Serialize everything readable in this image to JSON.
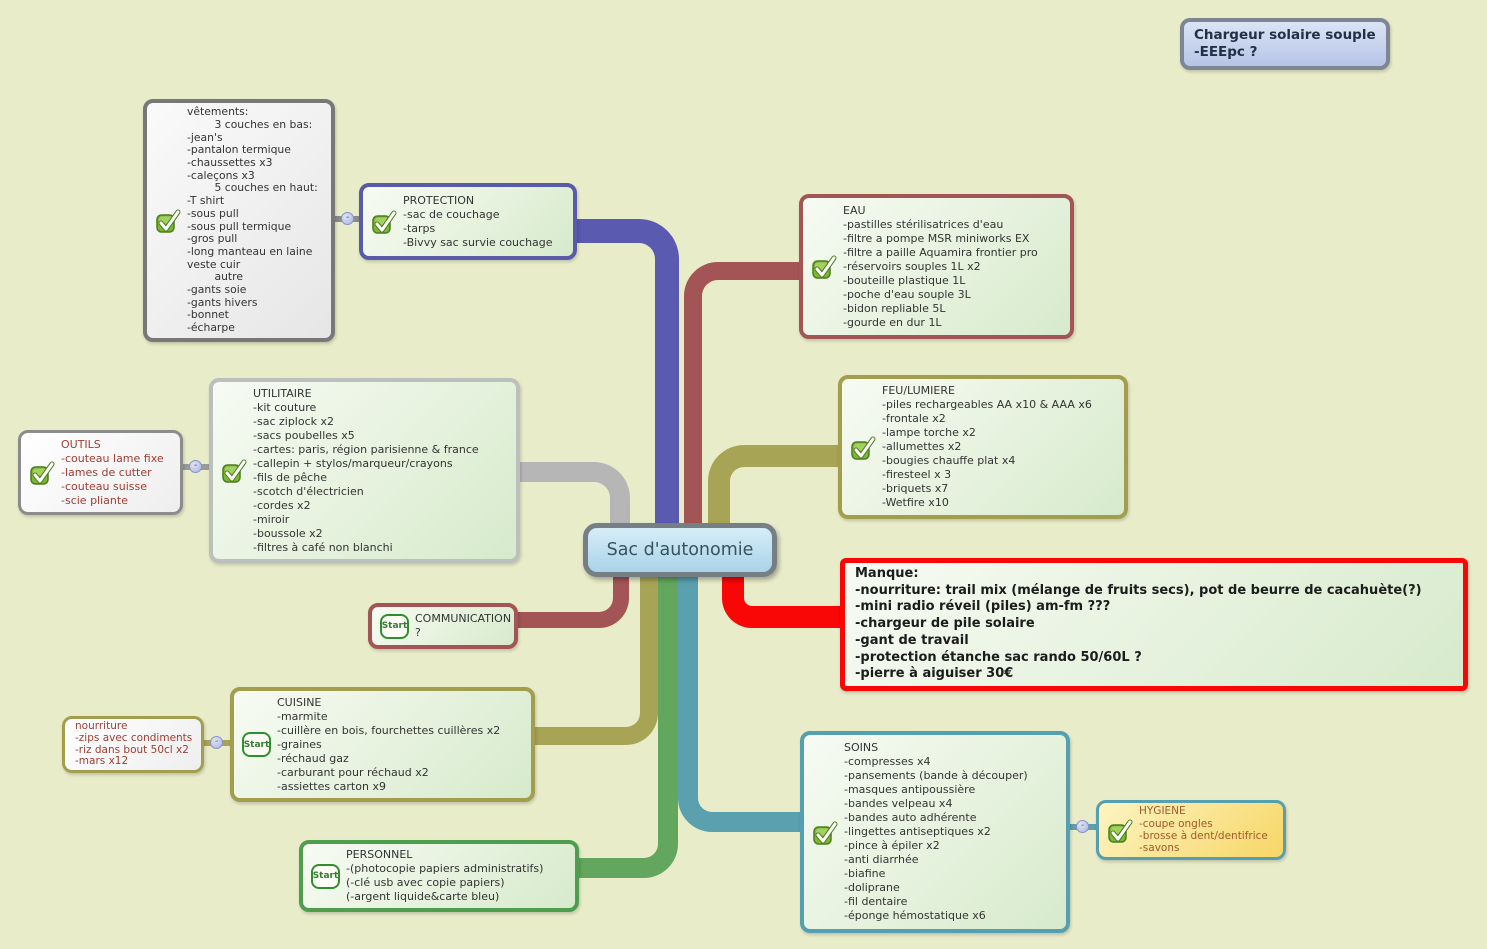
{
  "root": {
    "label": "Sac d'autonomie"
  },
  "floating": {
    "chargeur": {
      "lines": [
        "Chargeur solaire souple",
        "-EEEpc ?"
      ]
    }
  },
  "ui": {
    "start_label": "Start",
    "collapse_glyph": "-",
    "check_icon_name": "checked"
  },
  "colors": {
    "background": "#e9ecc9",
    "root_fill": "#bfe0ef",
    "edge_protection": "#5a5ab0",
    "edge_eau": "#a35454",
    "edge_feu_lumiere": "#a8a455",
    "edge_utilitaire": "#b6b6b6",
    "edge_communication": "#a35454",
    "edge_cuisine": "#a8a455",
    "edge_personnel": "#63a65e",
    "edge_soins": "#5ba0ae",
    "edge_manque": "#f90606"
  },
  "nodes": {
    "vetements": {
      "lines": [
        "vêtements:",
        "        3 couches en bas:",
        "-jean's",
        "-pantalon termique",
        "-chaussettes x3",
        "-caleçons x3",
        "        5 couches en haut:",
        "-T shirt",
        "-sous pull",
        "-sous pull termique",
        "-gros pull",
        "-long manteau en laine",
        "veste cuir",
        "        autre",
        "-gants soie",
        "-gants hivers",
        "-bonnet",
        "-écharpe"
      ]
    },
    "protection": {
      "lines": [
        "PROTECTION",
        "-sac de couchage",
        "-tarps",
        "-Bivvy sac survie couchage"
      ]
    },
    "eau": {
      "lines": [
        "EAU",
        "-pastilles stérilisatrices d'eau",
        "-filtre a pompe MSR miniworks EX",
        "-filtre a paille Aquamira frontier pro",
        "-réservoirs souples 1L x2",
        "-bouteille plastique 1L",
        "-poche d'eau souple 3L",
        "-bidon repliable 5L",
        "-gourde en dur 1L"
      ]
    },
    "feu_lumiere": {
      "lines": [
        "FEU/LUMIERE",
        "-piles rechargeables AA x10 & AAA x6",
        "-frontale x2",
        "-lampe torche x2",
        "-allumettes x2",
        "-bougies chauffe plat x4",
        "-firesteel x 3",
        "-briquets x7",
        "-Wetfire x10"
      ]
    },
    "manque": {
      "lines": [
        "Manque:",
        "-nourriture: trail mix (mélange de fruits secs), pot de beurre de cacahuète(?)",
        "-mini radio réveil (piles) am-fm ???",
        "-chargeur de pile solaire",
        "-gant de travail",
        "-protection étanche sac rando 50/60L ?",
        "-pierre à aiguiser 30€"
      ]
    },
    "outils": {
      "lines": [
        "OUTILS",
        "-couteau lame fixe",
        "-lames de cutter",
        "-couteau suisse",
        "-scie pliante"
      ]
    },
    "utilitaire": {
      "lines": [
        "UTILITAIRE",
        "-kit couture",
        "-sac ziplock x2",
        "-sacs poubelles x5",
        "-cartes: paris, région parisienne & france",
        "-callepin + stylos/marqueur/crayons",
        "-fils de pêche",
        "-scotch d'électricien",
        "-cordes x2",
        "-miroir",
        "-boussole x2",
        "-filtres à café non blanchi"
      ]
    },
    "communication": {
      "lines": [
        "COMMUNICATION",
        "?"
      ]
    },
    "cuisine": {
      "lines": [
        "CUISINE",
        "-marmite",
        "-cuillère en bois, fourchettes cuillères x2",
        "-graines",
        "-réchaud gaz",
        "-carburant pour réchaud x2",
        "-assiettes carton x9"
      ]
    },
    "nourriture": {
      "lines": [
        "nourriture",
        "-zips avec condiments",
        "-riz dans bout 50cl x2",
        "-mars x12"
      ]
    },
    "personnel": {
      "lines": [
        "PERSONNEL",
        "-(photocopie papiers administratifs)",
        "(-clé usb avec copie papiers)",
        "(-argent liquide&carte bleu)"
      ]
    },
    "soins": {
      "lines": [
        "SOINS",
        "-compresses x4",
        "-pansements (bande à découper)",
        "-masques antipoussière",
        "-bandes velpeau x4",
        "-bandes auto adhérente",
        "-lingettes antiseptiques x2",
        "-pince à épiler x2",
        "-anti diarrhée",
        "-biafine",
        "-doliprane",
        "-fil dentaire",
        "-éponge hémostatique x6"
      ]
    },
    "hygiene": {
      "lines": [
        "HYGIENE",
        "-coupe ongles",
        "-brosse à dent/dentifrice",
        "-savons"
      ]
    }
  }
}
